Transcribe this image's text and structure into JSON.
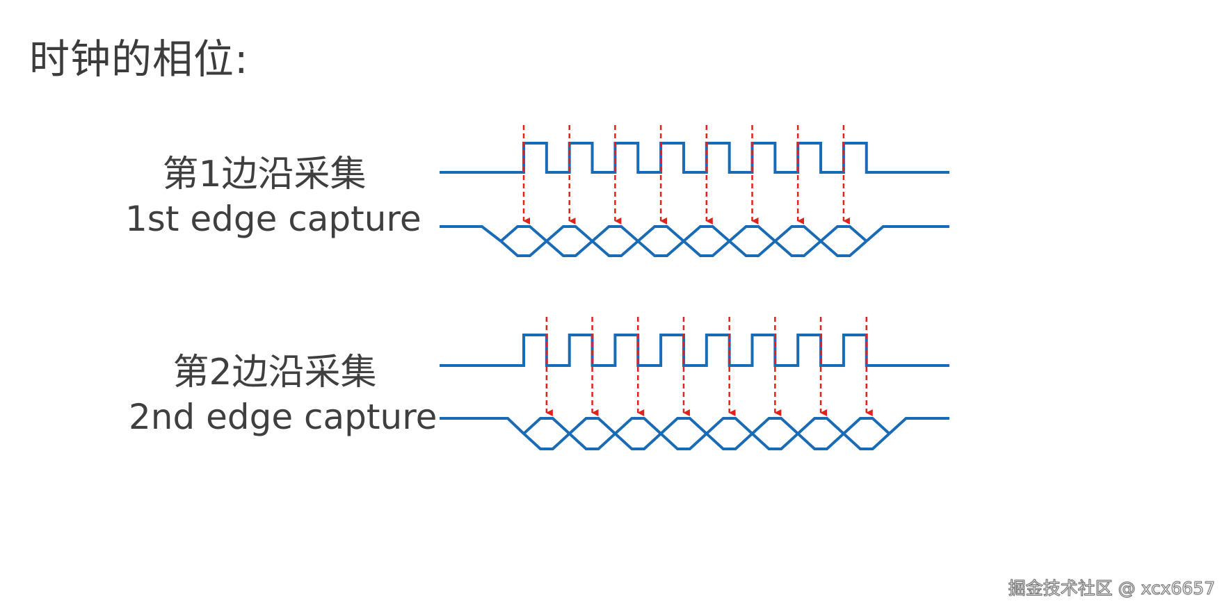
{
  "title": "时钟的相位:",
  "diagram": {
    "rows": [
      {
        "id": "first-edge",
        "label_cn": "第1边沿采集",
        "label_en": "1st edge capture",
        "sample_edge": "rising",
        "pulse_count": 8
      },
      {
        "id": "second-edge",
        "label_cn": "第2边沿采集",
        "label_en": "2nd edge capture",
        "sample_edge": "falling",
        "pulse_count": 8
      }
    ]
  },
  "colors": {
    "signal": "#1a6bb5",
    "arrow": "#e0221b",
    "text": "#3f3f3f"
  },
  "watermark": "掘金技术社区 @ xcx6657"
}
